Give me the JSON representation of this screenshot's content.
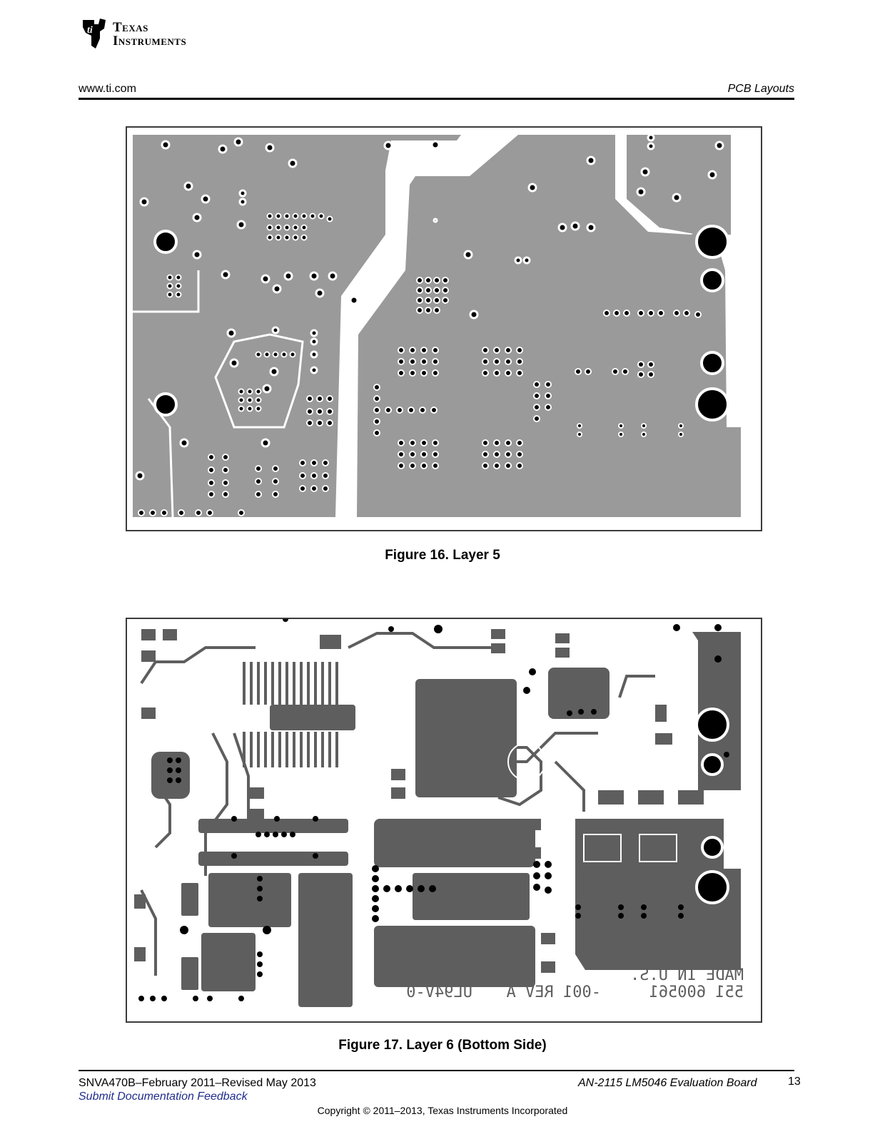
{
  "logo": {
    "line1": "Texas",
    "line2": "Instruments"
  },
  "header": {
    "left": "www.ti.com",
    "right": "PCB Layouts"
  },
  "figures": [
    {
      "caption": "Figure 16. Layer 5"
    },
    {
      "caption": "Figure 17. Layer 6 (Bottom Side)",
      "silkscreen": {
        "line1": "MADE IN U.S.",
        "line2": "551 600561",
        "line3": "-001 REV A",
        "line4": "UL94V-0"
      }
    }
  ],
  "footer": {
    "doc_id": "SNVA470B–February 2011–Revised May 2013",
    "feedback_link": "Submit Documentation Feedback",
    "doc_title": "AN-2115 LM5046 Evaluation Board",
    "page": "13",
    "copyright": "Copyright © 2011–2013, Texas Instruments Incorporated"
  },
  "colors": {
    "copper": "#9a9a9a",
    "trace": "#5e5e5e",
    "drill": "#000000",
    "clearance": "#ffffff"
  }
}
